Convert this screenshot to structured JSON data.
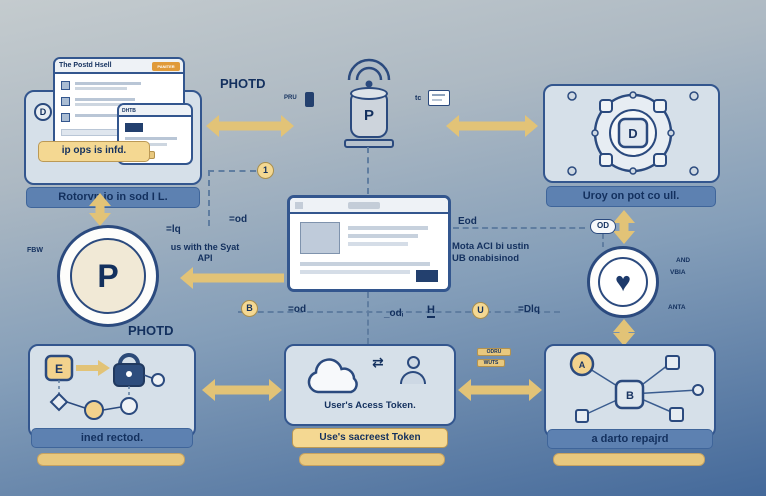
{
  "colors": {
    "arrow": "#e2c377",
    "navy": "#2b4a7e",
    "box-bg": "#d6e0e9",
    "yellow-bg": "#f4d892",
    "yellow-border": "#bb9955",
    "blue-pill-bg": "#5d81b1",
    "dark-text": "#13305e",
    "dash": "#5f7da0",
    "bar-yellow": "#e8c87e"
  },
  "top_left": {
    "window_title": "The Postd Hsell",
    "window_button": "PANITER",
    "small_window_title": "DHTB",
    "badge": "D",
    "inner_label": "ip ops is infd.",
    "caption": "Rotorvp io in sod I L."
  },
  "top_center": {
    "title": "PHOTD",
    "cylinder_letter": "P",
    "left_small": "PRU",
    "right_small": "tc"
  },
  "top_right": {
    "hub_letter": "D",
    "caption": "Uroy on pot co ull."
  },
  "mid_left": {
    "small": "FBW",
    "circle_letter": "P",
    "title": "PHOTD"
  },
  "mid_center": {
    "left_text": "us with the Syat API",
    "badge_one": "1",
    "lbl_lq": "=lq",
    "lbl_od_top": "=od",
    "lbl_eod": "Eod",
    "badge_od": "OD",
    "right_text_1": "Mota ACI bi ustin",
    "right_text_2": "UB onabisinod",
    "badge_b": "B",
    "lbl_od_bottom": "=od",
    "lbl_odi": "_odᵢ",
    "lbl_h": "H",
    "badge_u": "U",
    "lbl_dlq": "=Dlq",
    "tiny_tag_1": "ODRU",
    "tiny_tag_2": "WUTS"
  },
  "mid_right": {
    "heart": "♥",
    "small_1": "AND",
    "small_2": "VBIA",
    "small_3": "ANTA"
  },
  "bottom_left": {
    "node_e": "E",
    "caption": "ined rectod."
  },
  "bottom_center": {
    "transfer_icon": "⇄",
    "inner_text": "User's Acess Token.",
    "label": "Use's sacreest Token"
  },
  "bottom_right": {
    "node_a": "A",
    "node_b": "B",
    "caption": "a darto repajrd"
  }
}
